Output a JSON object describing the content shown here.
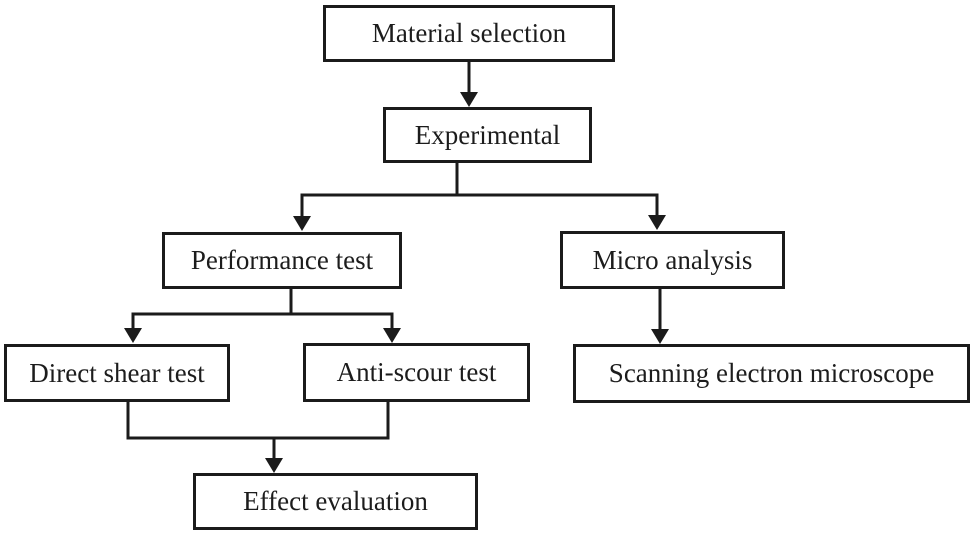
{
  "diagram": {
    "type": "flowchart",
    "colors": {
      "background": "#ffffff",
      "box_fill": "#ffffff",
      "line": "#1b1b1b",
      "text": "#1c1c1c"
    },
    "nodes": {
      "material_selection": {
        "label": "Material selection"
      },
      "experimental": {
        "label": "Experimental"
      },
      "performance_test": {
        "label": "Performance test"
      },
      "micro_analysis": {
        "label": "Micro analysis"
      },
      "direct_shear_test": {
        "label": "Direct shear test"
      },
      "anti_scour_test": {
        "label": "Anti-scour test"
      },
      "scanning_electron_microscope": {
        "label": "Scanning electron microscope"
      },
      "effect_evaluation": {
        "label": "Effect evaluation"
      }
    },
    "edges": [
      {
        "from": "Material selection",
        "to": "Experimental"
      },
      {
        "from": "Experimental",
        "to": "Performance test"
      },
      {
        "from": "Experimental",
        "to": "Micro analysis"
      },
      {
        "from": "Performance test",
        "to": "Direct shear test"
      },
      {
        "from": "Performance test",
        "to": "Anti-scour test"
      },
      {
        "from": "Micro analysis",
        "to": "Scanning electron microscope"
      },
      {
        "from": "Direct shear test",
        "to": "Effect evaluation"
      },
      {
        "from": "Anti-scour test",
        "to": "Effect evaluation"
      }
    ]
  }
}
